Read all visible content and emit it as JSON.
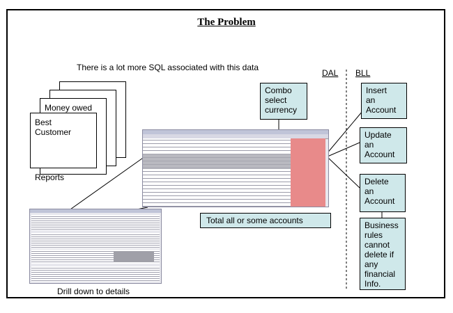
{
  "title": "The Problem",
  "subtitle": "There is a lot more SQL associated with this data",
  "layers": {
    "dal": "DAL",
    "bll": "BLL"
  },
  "reports": {
    "pages": [
      "",
      "",
      "Money owed",
      "Best\nCustomer"
    ],
    "label": "Reports"
  },
  "callouts": {
    "combo": "Combo\nselect\ncurrency",
    "total": "Total all or some accounts",
    "drill": "Drill down to details"
  },
  "bll_boxes": {
    "insert": "Insert\nan\nAccount",
    "update": "Update\nan\nAccount",
    "delete": "Delete\nan\nAccount",
    "rules": "Business\nrules\ncannot\ndelete if\nany\nfinancial\nInfo."
  },
  "colors": {
    "callout_fill": "#cfe8ea",
    "highlight_red": "#e88a8a"
  }
}
